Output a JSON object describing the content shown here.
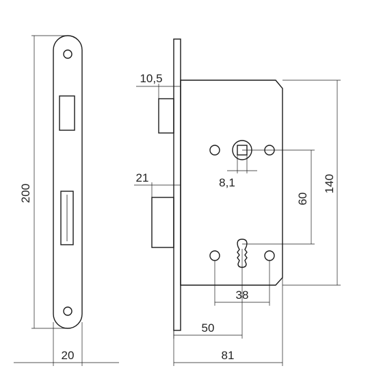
{
  "drawing": {
    "dimensions": {
      "faceplate_length": "200",
      "faceplate_width": "20",
      "latch_projection": "10,5",
      "bolt_projection": "21",
      "spindle_square": "8,1",
      "spindle_to_keyhole": "60",
      "case_height": "140",
      "screw_spacing": "38",
      "backset": "50",
      "total_depth": "81"
    }
  }
}
